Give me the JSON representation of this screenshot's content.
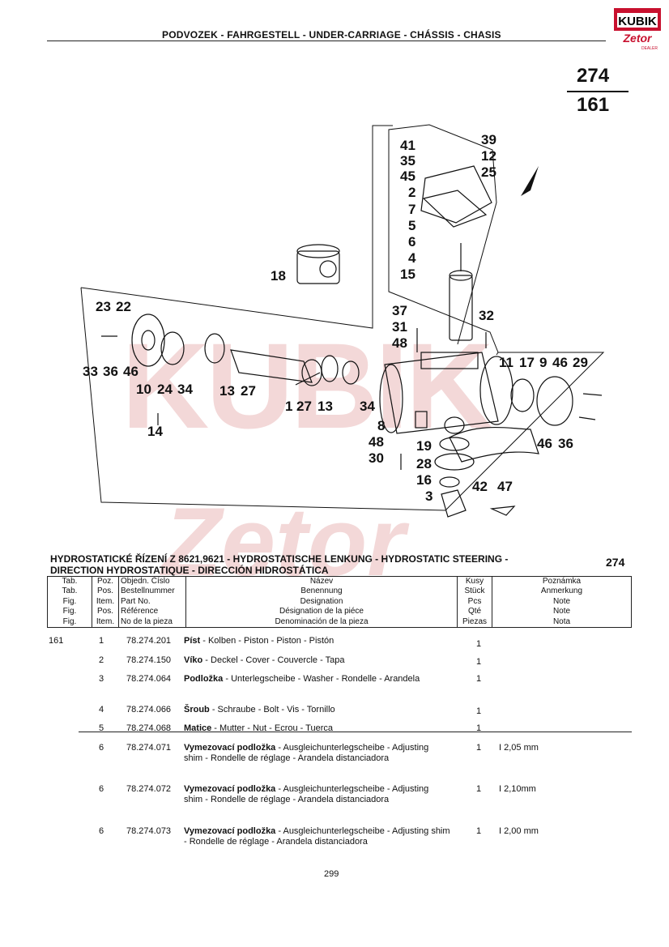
{
  "header": {
    "title": "PODVOZEK - FAHRGESTELL - UNDER-CARRIAGE - CHÁSSIS - CHASIS",
    "logo_top": "KUBIK",
    "logo_bottom": "Zetor",
    "tab_top": "274",
    "tab_bottom": "161"
  },
  "watermark": {
    "line1": "KUBIK",
    "line2": "Zetor"
  },
  "diagram": {
    "callouts": [
      "41",
      "39",
      "35",
      "12",
      "45",
      "25",
      "2",
      "7",
      "5",
      "6",
      "4",
      "15",
      "18",
      "23",
      "22",
      "37",
      "31",
      "32",
      "48",
      "11",
      "17",
      "9",
      "46",
      "29",
      "33",
      "36",
      "46",
      "10",
      "24",
      "34",
      "13",
      "27",
      "1",
      "27",
      "13",
      "34",
      "8",
      "48",
      "19",
      "30",
      "28",
      "16",
      "3",
      "42",
      "47",
      "46",
      "36",
      "14"
    ]
  },
  "section": {
    "title_line1": "HYDROSTATICKÉ ŘÍZENÍ Z 8621,9621 - HYDROSTATISCHE LENKUNG - HYDROSTATIC STEERING -",
    "title_line2": "DIRECTION HYDROSTATIQUE - DIRECCIÓN HIDROSTÁTICA",
    "number": "274"
  },
  "table_header": {
    "tab": [
      "Tab.",
      "Tab.",
      "Fig.",
      "Fig.",
      "Fig."
    ],
    "pos": [
      "Poz.",
      "Pos.",
      "Item.",
      "Pos.",
      "Item."
    ],
    "part": [
      "Objedn. Číslo",
      "Bestellnummer",
      "Part No.",
      "Référence",
      "No de la pieza"
    ],
    "name": [
      "Název",
      "Benennung",
      "Designation",
      "Désignation de la piéce",
      "Denominación de la pieza"
    ],
    "qty": [
      "Kusy",
      "Stück",
      "Pcs",
      "Qté",
      "Piezas"
    ],
    "note": [
      "Poznámka",
      "Anmerkung",
      "Note",
      "Note",
      "Nota"
    ]
  },
  "rows": [
    {
      "tab": "161",
      "pos": "1",
      "part": "78.274.201",
      "name_bold": "Píst",
      "name_rest": " - Kolben - Piston - Piston - Pistón",
      "qty": "1",
      "note": ""
    },
    {
      "tab": "",
      "pos": "2",
      "part": "78.274.150",
      "name_bold": "Víko",
      "name_rest": " - Deckel - Cover - Couvercle - Tapa",
      "qty": "1",
      "note": ""
    },
    {
      "tab": "",
      "pos": "3",
      "part": "78.274.064",
      "name_bold": "Podložka",
      "name_rest": " - Unterlegscheibe - Washer - Rondelle - Arandela",
      "qty": "1",
      "note": ""
    },
    {
      "tab": "",
      "pos": "4",
      "part": "78.274.066",
      "name_bold": "Šroub",
      "name_rest": " - Schraube - Bolt - Vis - Tornillo",
      "qty": "1",
      "note": ""
    },
    {
      "tab": "",
      "pos": "5",
      "part": "78.274.068",
      "name_bold": "Matice",
      "name_rest": " - Mutter - Nut - Ecrou - Tuerca",
      "qty": "1",
      "note": ""
    },
    {
      "tab": "",
      "pos": "6",
      "part": "78.274.071",
      "name_bold": "Vymezovací podložka",
      "name_rest": " - Ausgleichunterlegscheibe - Adjusting shim - Rondelle de réglage - Arandela distanciadora",
      "qty": "1",
      "note": "I  2,05 mm"
    },
    {
      "tab": "",
      "pos": "6",
      "part": "78.274.072",
      "name_bold": "Vymezovací podložka",
      "name_rest": " - Ausgleichunterlegscheibe - Adjusting shim - Rondelle de réglage - Arandela distanciadora",
      "qty": "1",
      "note": "I  2,10mm"
    },
    {
      "tab": "",
      "pos": "6",
      "part": "78.274.073",
      "name_bold": "Vymezovací podložka",
      "name_rest": " - Ausgleichunterlegscheibe - Adjusting shim - Rondelle de réglage - Arandela distanciadora",
      "qty": "1",
      "note": "I  2,00 mm"
    }
  ],
  "page_number": "299"
}
